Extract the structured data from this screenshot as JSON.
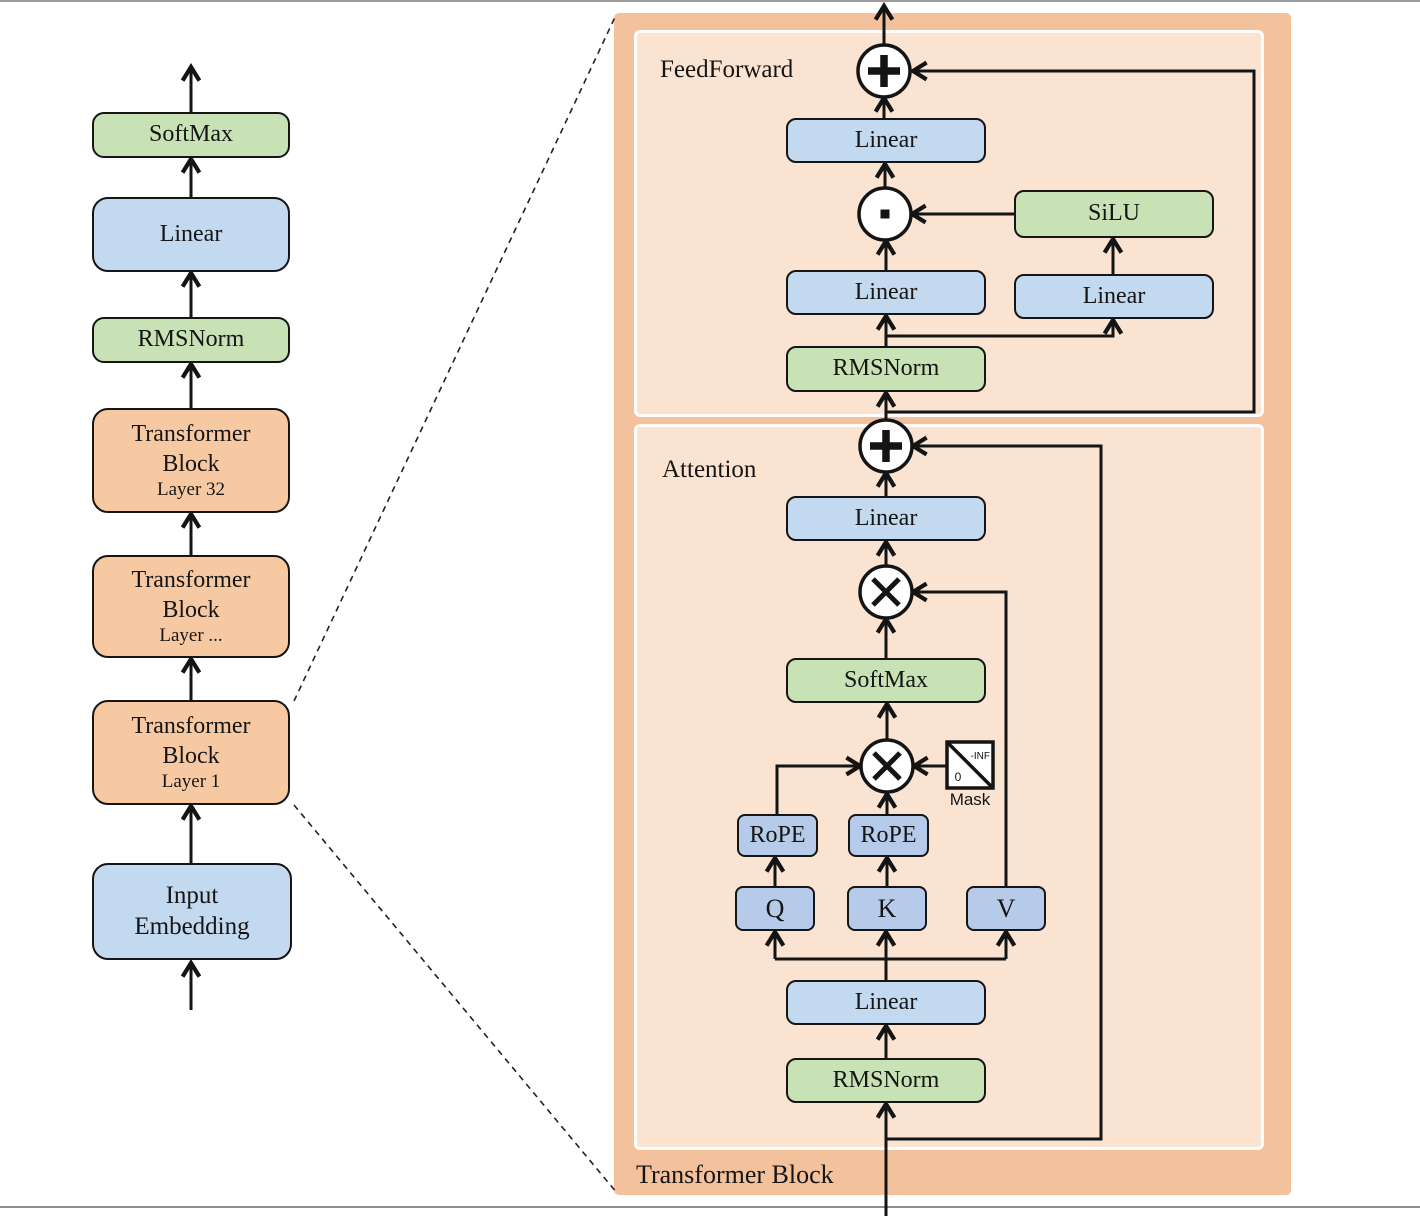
{
  "left_column": {
    "softmax": "SoftMax",
    "linear": "Linear",
    "rmsnorm": "RMSNorm",
    "tb_top": {
      "line1": "Transformer",
      "line2": "Block",
      "sub": "Layer 32"
    },
    "tb_mid": {
      "line1": "Transformer",
      "line2": "Block",
      "sub": "Layer ..."
    },
    "tb_bottom": {
      "line1": "Transformer",
      "line2": "Block",
      "sub": "Layer 1"
    },
    "input_embedding": {
      "line1": "Input",
      "line2": "Embedding"
    }
  },
  "right_panel": {
    "title": "Transformer Block",
    "feedforward": {
      "label": "FeedForward",
      "linear_out": "Linear",
      "silu": "SiLU",
      "linear_gate": "Linear",
      "linear_up": "Linear",
      "rmsnorm": "RMSNorm"
    },
    "attention": {
      "label": "Attention",
      "linear_out": "Linear",
      "softmax": "SoftMax",
      "mask": {
        "zero": "0",
        "neg_inf": "-INF",
        "label": "Mask"
      },
      "rope_q": "RoPE",
      "rope_k": "RoPE",
      "q": "Q",
      "k": "K",
      "v": "V",
      "linear_in": "Linear",
      "rmsnorm": "RMSNorm"
    }
  },
  "icons": {
    "add": "plus-in-circle",
    "matmul": "multiply-in-circle",
    "elementwise_product": "dot-in-circle",
    "mask": "mask-triangle-square"
  },
  "colors": {
    "panel_outer": "#f3c19c",
    "panel_inner": "#fae3d1",
    "block_orange": "#f7c9a3",
    "block_blue": "#c3d9f0",
    "block_blue_dark": "#b5cbe9",
    "block_green": "#c8e2b5",
    "line": "#141414"
  }
}
